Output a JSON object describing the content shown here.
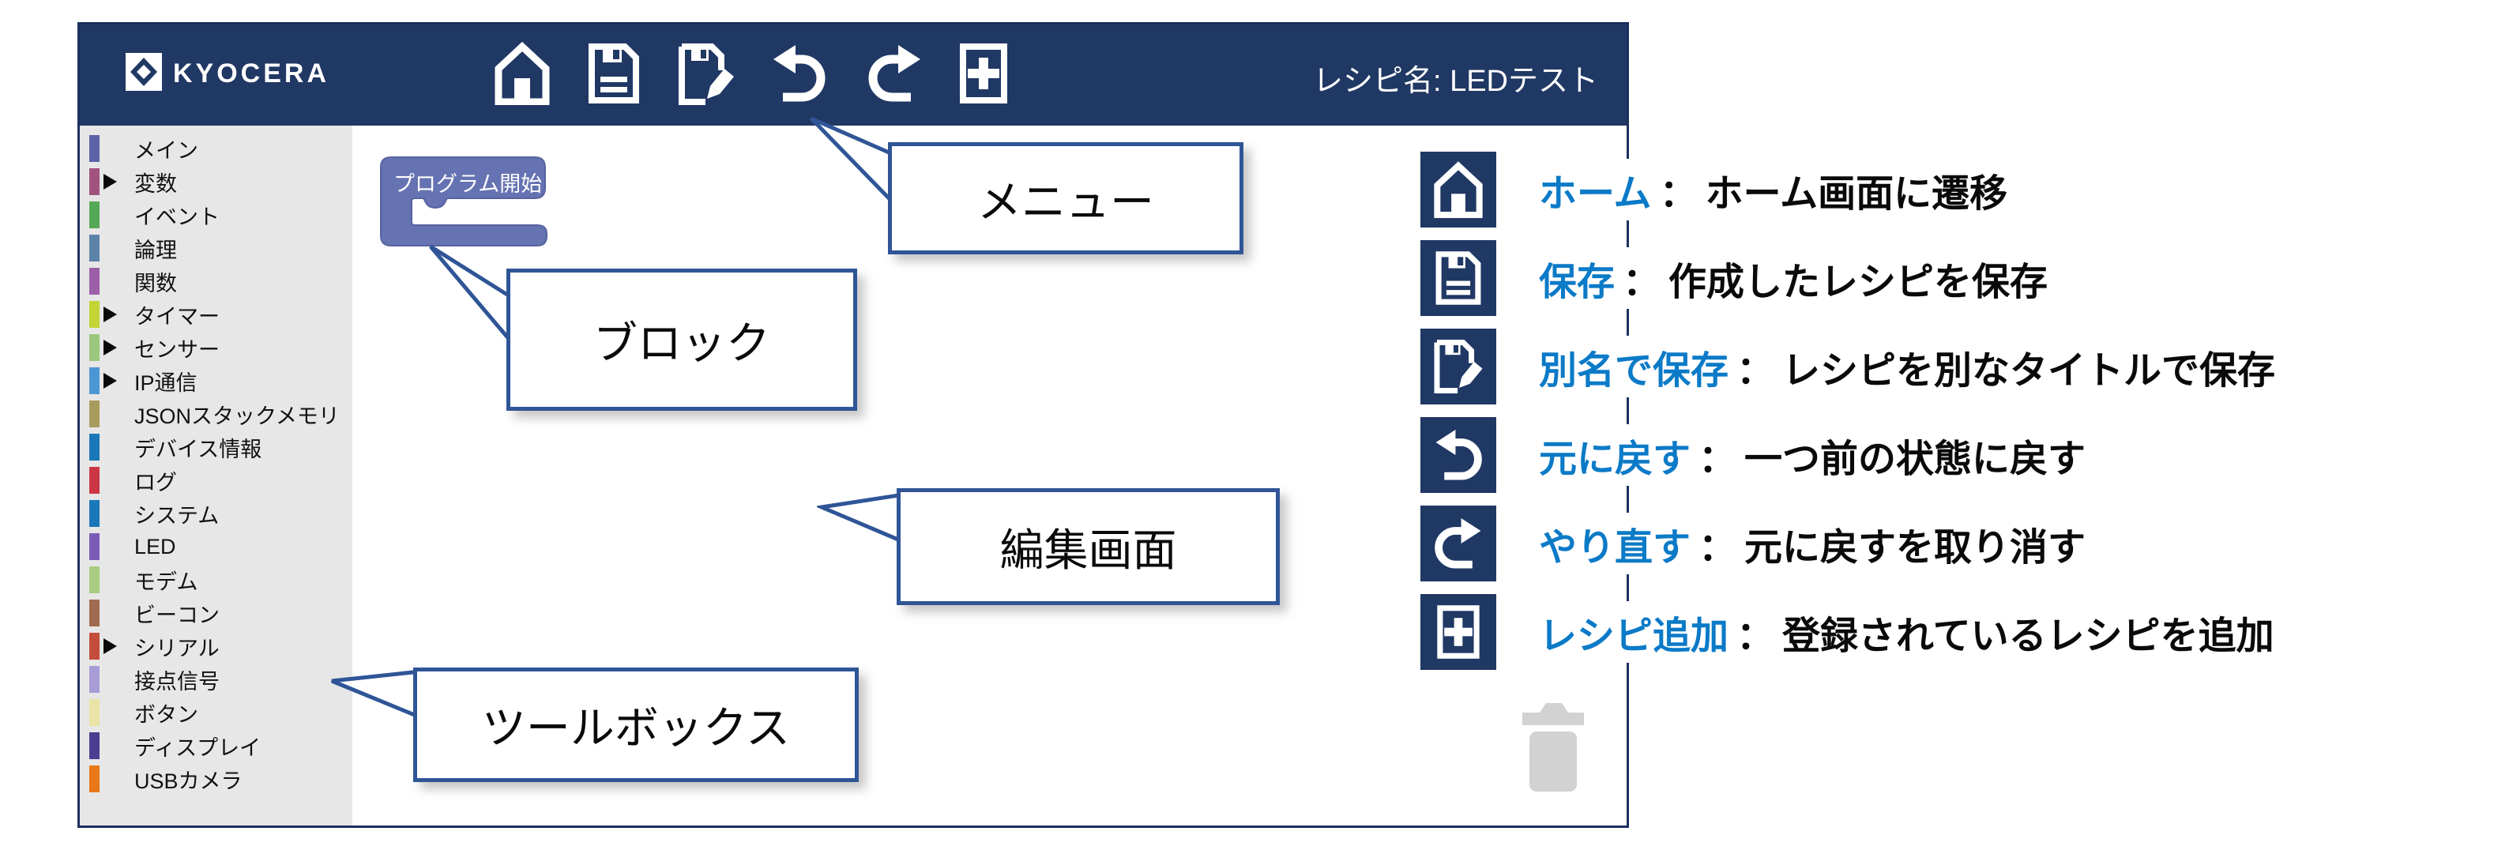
{
  "header": {
    "brand": "KYOCERA",
    "recipe_name_label": "レシピ名: LEDテスト",
    "toolbar_icons": [
      "home",
      "save",
      "save-as",
      "undo",
      "redo",
      "add-recipe"
    ]
  },
  "toolbox": {
    "items": [
      {
        "label": "メイン",
        "color": "#5c64a8",
        "expandable": false
      },
      {
        "label": "変数",
        "color": "#a1537e",
        "expandable": true
      },
      {
        "label": "イベント",
        "color": "#55a855",
        "expandable": false
      },
      {
        "label": "論理",
        "color": "#5c82a8",
        "expandable": false
      },
      {
        "label": "関数",
        "color": "#9c5fa8",
        "expandable": false
      },
      {
        "label": "タイマー",
        "color": "#c4d435",
        "expandable": true
      },
      {
        "label": "センサー",
        "color": "#9cc87d",
        "expandable": true
      },
      {
        "label": "IP通信",
        "color": "#4a97d4",
        "expandable": true
      },
      {
        "label": "JSONスタックメモリ",
        "color": "#a89b5c",
        "expandable": false
      },
      {
        "label": "デバイス情報",
        "color": "#1b78b8",
        "expandable": false
      },
      {
        "label": "ログ",
        "color": "#cc3644",
        "expandable": false
      },
      {
        "label": "システム",
        "color": "#1b78b8",
        "expandable": false
      },
      {
        "label": "LED",
        "color": "#7a5cb8",
        "expandable": false
      },
      {
        "label": "モデム",
        "color": "#a8cc80",
        "expandable": false
      },
      {
        "label": "ビーコン",
        "color": "#a06b50",
        "expandable": false
      },
      {
        "label": "シリアル",
        "color": "#c44c3a",
        "expandable": true
      },
      {
        "label": "接点信号",
        "color": "#a89cd6",
        "expandable": false
      },
      {
        "label": "ボタン",
        "color": "#e9e3a6",
        "expandable": false
      },
      {
        "label": "ディスプレイ",
        "color": "#4a3e91",
        "expandable": false
      },
      {
        "label": "USBカメラ",
        "color": "#e87818",
        "expandable": false
      }
    ]
  },
  "editor": {
    "start_block_label": "プログラム開始"
  },
  "callouts": {
    "menu": "メニュー",
    "block": "ブロック",
    "editor_screen": "編集画面",
    "toolbox": "ツールボックス"
  },
  "legend": {
    "items": [
      {
        "icon": "home",
        "label": "ホーム",
        "separator": "：",
        "description": "ホーム画面に遷移"
      },
      {
        "icon": "save",
        "label": "保存",
        "separator": "：",
        "description": "作成したレシピを保存"
      },
      {
        "icon": "save-as",
        "label": "別名で保存",
        "separator": "：",
        "description": "レシピを別なタイトルで保存"
      },
      {
        "icon": "undo",
        "label": "元に戻す",
        "separator": "：",
        "description": "一つ前の状態に戻す"
      },
      {
        "icon": "redo",
        "label": "やり直す",
        "separator": "：",
        "description": "元に戻すを取り消す"
      },
      {
        "icon": "add-recipe",
        "label": "レシピ追加",
        "separator": "：",
        "description": "登録されているレシピを追加"
      }
    ]
  },
  "colors": {
    "header_navy": "#203864",
    "window_border": "#1b2f5e",
    "callout_border": "#2f5597",
    "legend_label_blue": "#0b7ac7",
    "toolbox_bg": "#e7e7e7",
    "block_fill": "#6673b2",
    "block_border": "#57639e",
    "trash_gray": "#d2d2d2"
  }
}
